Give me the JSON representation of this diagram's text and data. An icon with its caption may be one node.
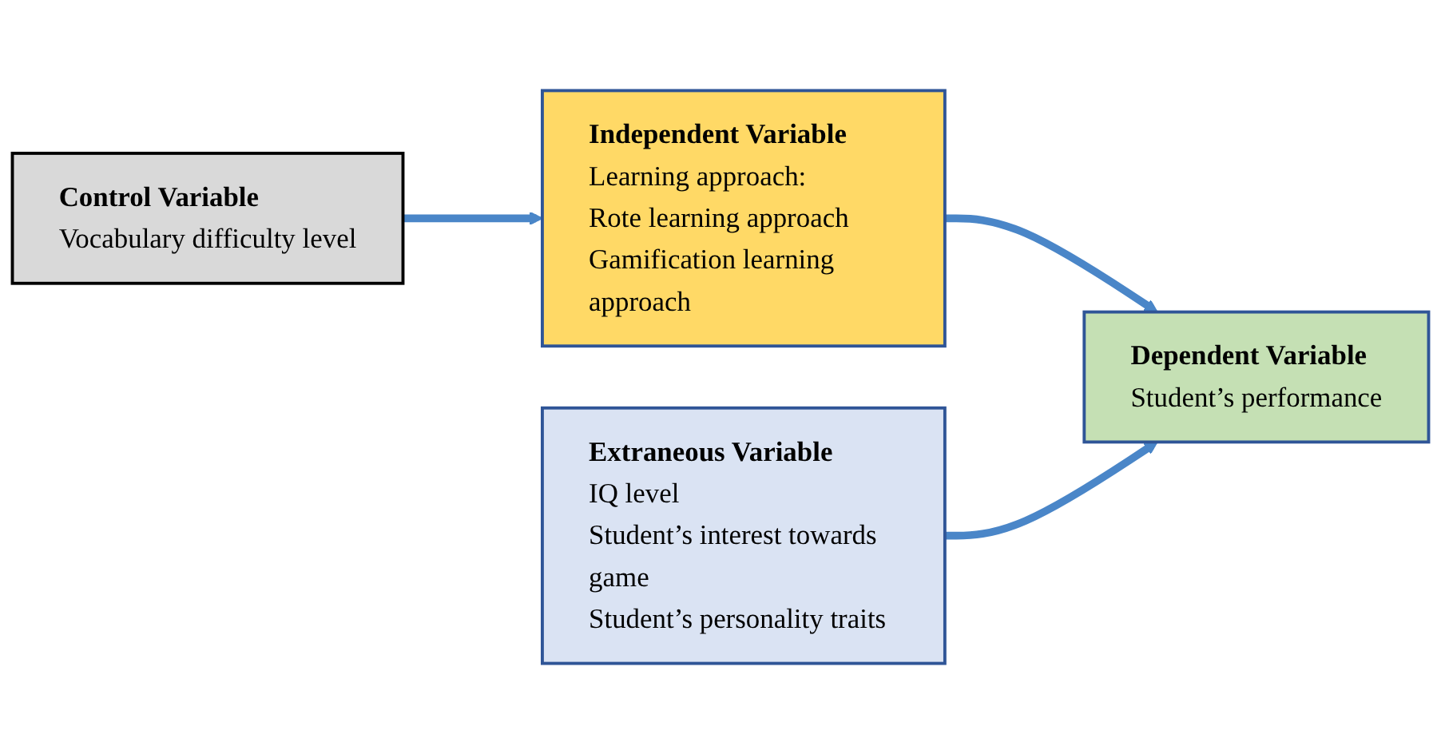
{
  "diagram": {
    "nodes": [
      {
        "text": [
          "Independent Variable",
          "Learning approach:",
          "Rote learning approach",
          "Gamification learning approach"
        ]
      },
      {
        "text": [
          "Dependent Variable",
          "Student’s performance"
        ]
      },
      {
        "text": [
          "Control Variable",
          "Vocabulary difficulty level"
        ]
      },
      {
        "text": [
          "Extraneous Variable",
          "IQ level",
          "Student’s interest towards game",
          "Student’s personality traits"
        ]
      }
    ],
    "edges": [
      {
        "from": 0,
        "to": 1,
        "arrow": "to"
      },
      {
        "from": 2,
        "to": 0,
        "arrow": "to"
      },
      {
        "from": 3,
        "to": 1,
        "arrow": "to"
      }
    ]
  }
}
